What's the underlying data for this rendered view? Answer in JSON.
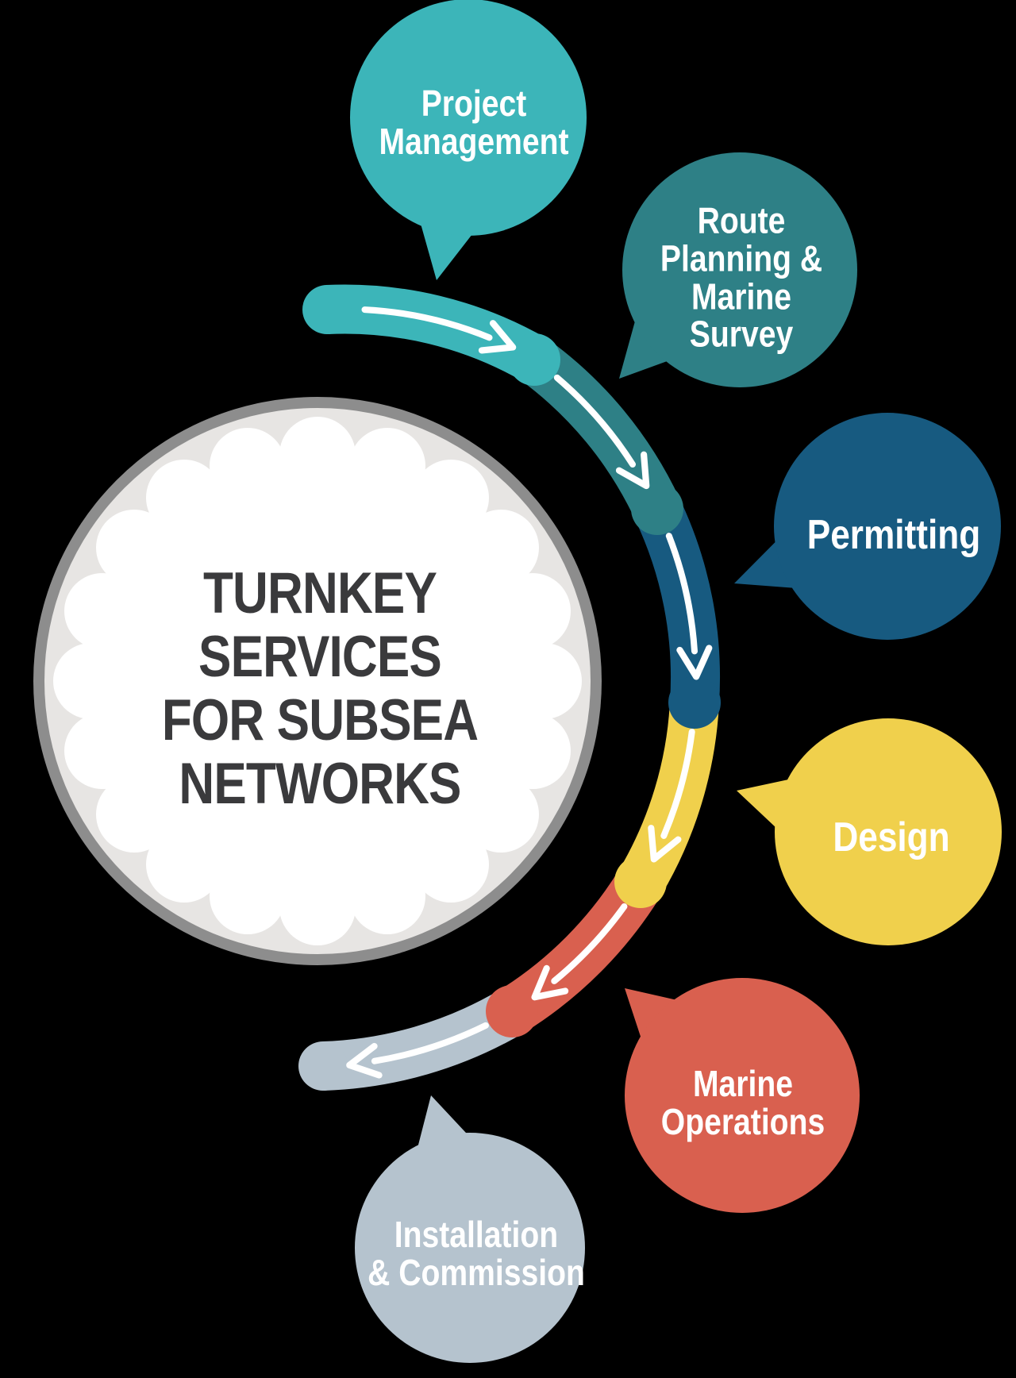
{
  "background_color": "#000000",
  "center": {
    "title": "TURNKEY\nSERVICES\nFOR SUBSEA\nNETWORKS",
    "title_color": "#3a3a3c",
    "border_color": "#8d8d8d",
    "ring_color": "#e7e5e3",
    "strand_color": "#ffffff",
    "face_color": "#ffffff"
  },
  "flow": {
    "arrow_color": "#ffffff"
  },
  "steps": [
    {
      "id": "project-management",
      "label": "Project\nManagement",
      "color": "#3cb5b9"
    },
    {
      "id": "route-planning-marine-survey",
      "label": "Route\nPlanning &\nMarine\nSurvey",
      "color": "#2e8086"
    },
    {
      "id": "permitting",
      "label": "Permitting",
      "color": "#175a80"
    },
    {
      "id": "design",
      "label": "Design",
      "color": "#f0d04c"
    },
    {
      "id": "marine-operations",
      "label": "Marine\nOperations",
      "color": "#d9604f"
    },
    {
      "id": "installation-commission",
      "label": "Installation\n& Commission",
      "color": "#b5c3ce"
    }
  ]
}
